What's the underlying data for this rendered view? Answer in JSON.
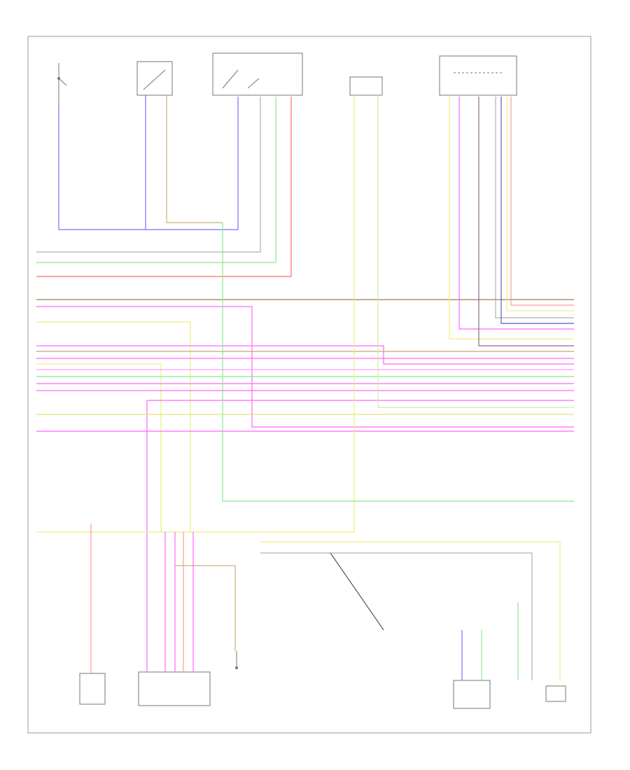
{
  "title": "",
  "footer_code": "",
  "colors": {
    "frame": "#999999",
    "component_outline": "#777777",
    "text": "#666666",
    "blue": "#7373ff",
    "violet": "#5a5ab4",
    "yellow": "#f0ee7a",
    "green": "#8ee88e",
    "red": "#ff6b6b",
    "pink": "#ff66ff",
    "brown": "#9c7a5a",
    "gray": "#b0b0b0",
    "dark_gray": "#555555",
    "light_green": "#c8f0a0"
  },
  "components": [
    {
      "id": "top-switch-left",
      "label": ""
    },
    {
      "id": "top-sensor",
      "label": ""
    },
    {
      "id": "top-center-module",
      "label": ""
    },
    {
      "id": "top-right-small",
      "label": ""
    },
    {
      "id": "top-right-module",
      "label": ""
    },
    {
      "id": "bottom-left-module",
      "label": ""
    },
    {
      "id": "bottom-main-connector",
      "label": ""
    },
    {
      "id": "bottom-ground",
      "label": ""
    },
    {
      "id": "bottom-right-module",
      "label": ""
    },
    {
      "id": "bottom-right-sensor",
      "label": ""
    }
  ],
  "wire_labels": []
}
